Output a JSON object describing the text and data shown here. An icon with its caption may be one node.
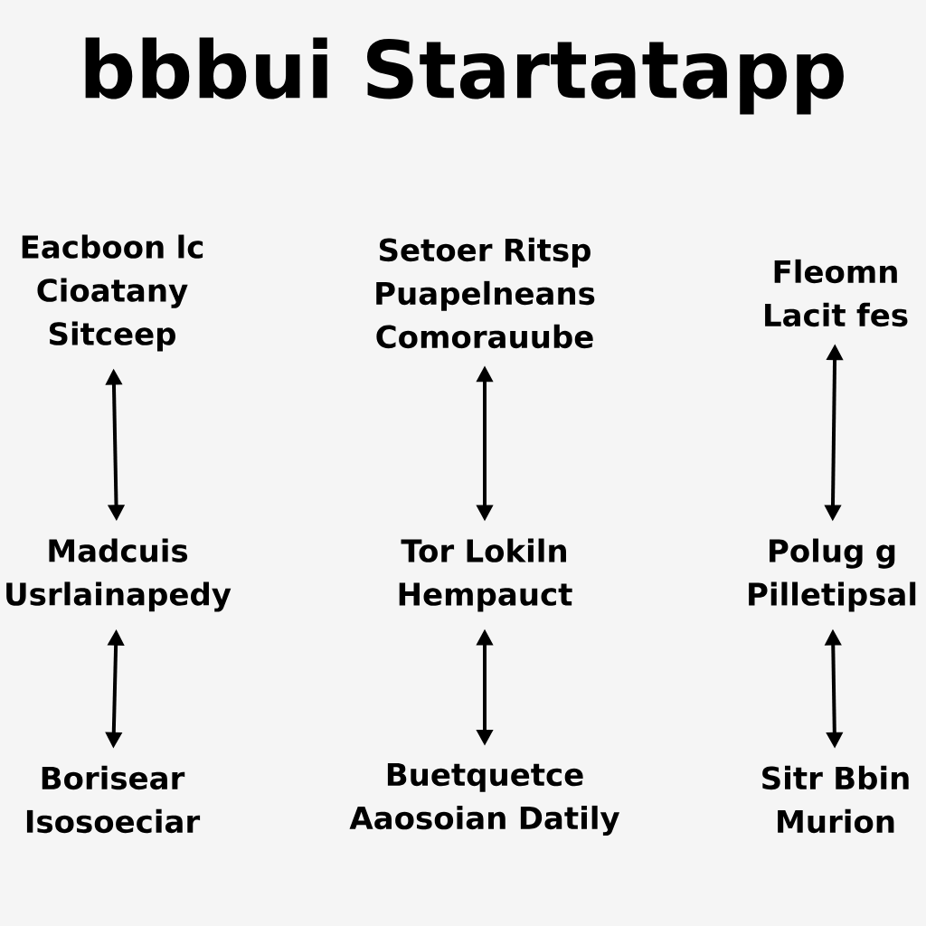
{
  "diagram": {
    "title": "bbbui Startatapp",
    "nodes": [
      {
        "text": [
          "Eacboon lc Cioatany Sitceep"
        ]
      },
      {
        "text": [
          "Setoer Ritsp Puapelneans Comorauube"
        ]
      },
      {
        "text": [
          "Fleomn Lacit fes"
        ]
      },
      {
        "text": [
          "Madcuis Usrlainapedy"
        ]
      },
      {
        "text": [
          "Tor Lokiln Hempauct"
        ]
      },
      {
        "text": [
          "Polug g Pilletipsal"
        ]
      },
      {
        "text": [
          "Borisear Isosoeciar"
        ]
      },
      {
        "text": [
          "Buetquetce Aaosoian Datily"
        ]
      },
      {
        "text": [
          "Sitr Bbin Murion"
        ]
      }
    ],
    "edges": [
      {
        "from": 0,
        "to": 3,
        "arrow": "both"
      },
      {
        "from": 1,
        "to": 4,
        "arrow": "both"
      },
      {
        "from": 2,
        "to": 5,
        "arrow": "both"
      },
      {
        "from": 3,
        "to": 6,
        "arrow": "both"
      },
      {
        "from": 4,
        "to": 7,
        "arrow": "both"
      },
      {
        "from": 5,
        "to": 8,
        "arrow": "both"
      }
    ]
  }
}
